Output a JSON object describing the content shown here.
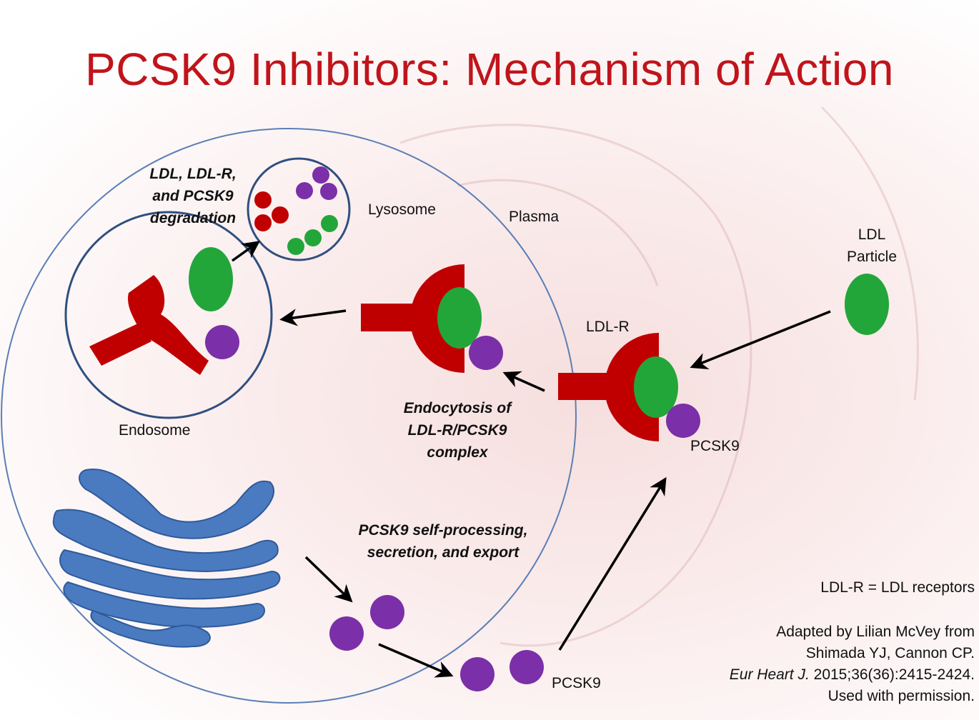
{
  "title": "PCSK9 Inhibitors: Mechanism of Action",
  "labels": {
    "degradation": [
      "LDL, LDL-R,",
      "and PCSK9",
      "degradation"
    ],
    "lysosome": "Lysosome",
    "plasma": "Plasma",
    "ldl_particle": [
      "LDL",
      "Particle"
    ],
    "ldl_r": "LDL-R",
    "pcsk9_top": "PCSK9",
    "endosome": "Endosome",
    "endocytosis": [
      "Endocytosis of",
      "LDL-R/PCSK9",
      "complex"
    ],
    "secretion": [
      "PCSK9 self-processing,",
      "secretion, and export"
    ],
    "pcsk9_bottom": "PCSK9"
  },
  "footnote": {
    "abbr": "LDL-R = LDL receptors",
    "line1": "Adapted by Lilian McVey from",
    "line2": "Shimada YJ, Cannon CP.",
    "journal": "Eur Heart J.",
    "citation": " 2015;36(36):2415-2424.",
    "line4": "Used with permission."
  },
  "colors": {
    "title": "#c0141b",
    "receptor": "#c00000",
    "ldl": "#22a63a",
    "pcsk9": "#7b2fa8",
    "golgi": "#4a7bc0",
    "membrane": "#5b7fb5"
  }
}
